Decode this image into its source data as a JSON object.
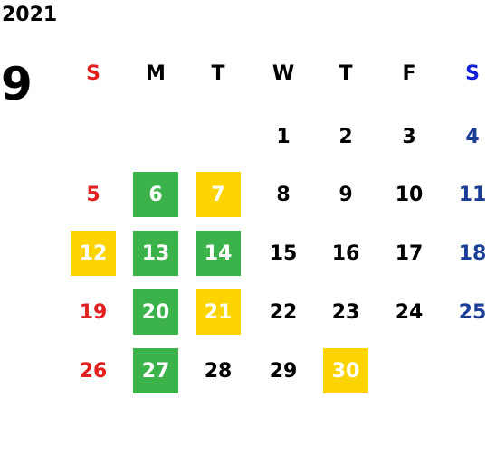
{
  "calendar": {
    "year": "2021",
    "month": "9",
    "weekdays": [
      "S",
      "M",
      "T",
      "W",
      "T",
      "F",
      "S"
    ],
    "weeks": [
      [
        "",
        "",
        "",
        "1",
        "2",
        "3",
        "4"
      ],
      [
        "5",
        "6",
        "7",
        "8",
        "9",
        "10",
        "11"
      ],
      [
        "12",
        "13",
        "14",
        "15",
        "16",
        "17",
        "18"
      ],
      [
        "19",
        "20",
        "21",
        "22",
        "23",
        "24",
        "25"
      ],
      [
        "26",
        "27",
        "28",
        "29",
        "30",
        "",
        ""
      ]
    ],
    "green_days": [
      "6",
      "13",
      "14",
      "20",
      "27"
    ],
    "yellow_days": [
      "7",
      "12",
      "21",
      "30"
    ]
  },
  "colors": {
    "sunday": "#e32020",
    "saturday": "#1a3e96",
    "saturday_header": "#1020d8",
    "green_highlight": "#3cb34a",
    "yellow_highlight": "#fdd400"
  }
}
